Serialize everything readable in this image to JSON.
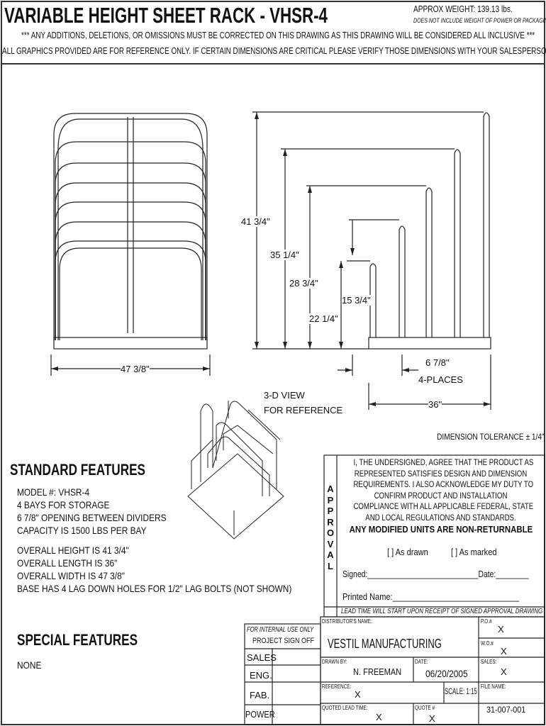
{
  "header": {
    "title": "VARIABLE HEIGHT SHEET RACK -  VHSR-4",
    "weight": "APPROX WEIGHT: 139.13 lbs.",
    "weight_note": "DOES NOT INCLUDE WEIGHT OF POWER OR PACKAGING!!!",
    "notice1": "*** ANY ADDITIONS, DELETIONS, OR OMISSIONS MUST BE CORRECTED ON THIS DRAWING AS THIS DRAWING WILL BE CONSIDERED ALL INCLUSIVE ***",
    "notice2": "ALL GRAPHICS PROVIDED ARE FOR REFERENCE ONLY. IF CERTAIN DIMENSIONS ARE CRITICAL PLEASE VERIFY THOSE DIMENSIONS WITH YOUR SALESPERSON"
  },
  "dimensions": {
    "width": "47 3/8\"",
    "h1": "41 3/4\"",
    "h2": "35 1/4\"",
    "h3": "28 3/4\"",
    "h4": "22 1/4\"",
    "h5": "15 3/4\"",
    "opening": "6 7/8\"",
    "opening_note": "4-PLACES",
    "length": "36\"",
    "view_label_1": "3-D VIEW",
    "view_label_2": "FOR REFERENCE",
    "tolerance": "DIMENSION TOLERANCE ± 1/4\""
  },
  "standard_features": {
    "heading": "STANDARD FEATURES",
    "items": [
      "MODEL #: VHSR-4",
      "4 BAYS FOR STORAGE",
      "6 7/8\" OPENING BETWEEN DIVIDERS",
      "CAPACITY IS 1500 LBS PER BAY",
      "OVERALL HEIGHT IS  41 3/4\"",
      "OVERALL LENGTH IS 36\"",
      "OVERALL WIDTH IS 47 3/8\"",
      "BASE HAS 4 LAG DOWN HOLES FOR 1/2\" LAG BOLTS (NOT SHOWN)"
    ]
  },
  "special_features": {
    "heading": "SPECIAL FEATURES",
    "value": "NONE"
  },
  "approval": {
    "side_label": "APPROVAL",
    "statement": [
      "I, THE UNDERSIGNED, AGREE THAT THE PRODUCT AS",
      "REPRESENTED SATISFIES DESIGN AND DIMENSION",
      "REQUIREMENTS.  I ALSO ACKNOWLEDGE MY DUTY TO",
      "CONFIRM PRODUCT AND INSTALLATION",
      "COMPLIANCE WITH ALL APPLICABLE FEDERAL, STATE",
      "AND LOCAL REGULATIONS AND STANDARDS."
    ],
    "warning": "ANY MODIFIED UNITS ARE NON-RETURNABLE",
    "as_drawn": "[  ] As drawn",
    "as_marked": "[  ] As marked",
    "signed": "Signed:___________________________Date:________",
    "printed": "Printed Name:_____________________________",
    "lead": "LEAD TIME WILL START UPON RECEIPT OF SIGNED APPROVAL DRAWING"
  },
  "signoff": {
    "title1": "FOR INTERNAL USE ONLY",
    "title2": "PROJECT SIGN OFF",
    "rows": [
      "SALES",
      "ENG.",
      "FAB.",
      "POWER"
    ]
  },
  "title_block": {
    "distributor_label": "DISTRIBUTOR'S NAME:",
    "distributor": "VESTIL MANUFACTURING",
    "po_label": "P.O.#",
    "po": "X",
    "wo_label": "W.O.#",
    "wo": "X",
    "drawn_label": "DRAWN BY:",
    "drawn": "N. FREEMAN",
    "date_label": "DATE:",
    "date": "06/20/2005",
    "sales_label": "SALES:",
    "sales": "X",
    "reference_label": "REFERENCE:",
    "reference": "X",
    "scale": "SCALE: 1:15",
    "file_label": "FILE NAME:",
    "file": "31-007-001",
    "lead_label": "QUOTED LEAD TIME:",
    "lead": "X",
    "quote_label": "QUOTE #",
    "quote": "X"
  }
}
